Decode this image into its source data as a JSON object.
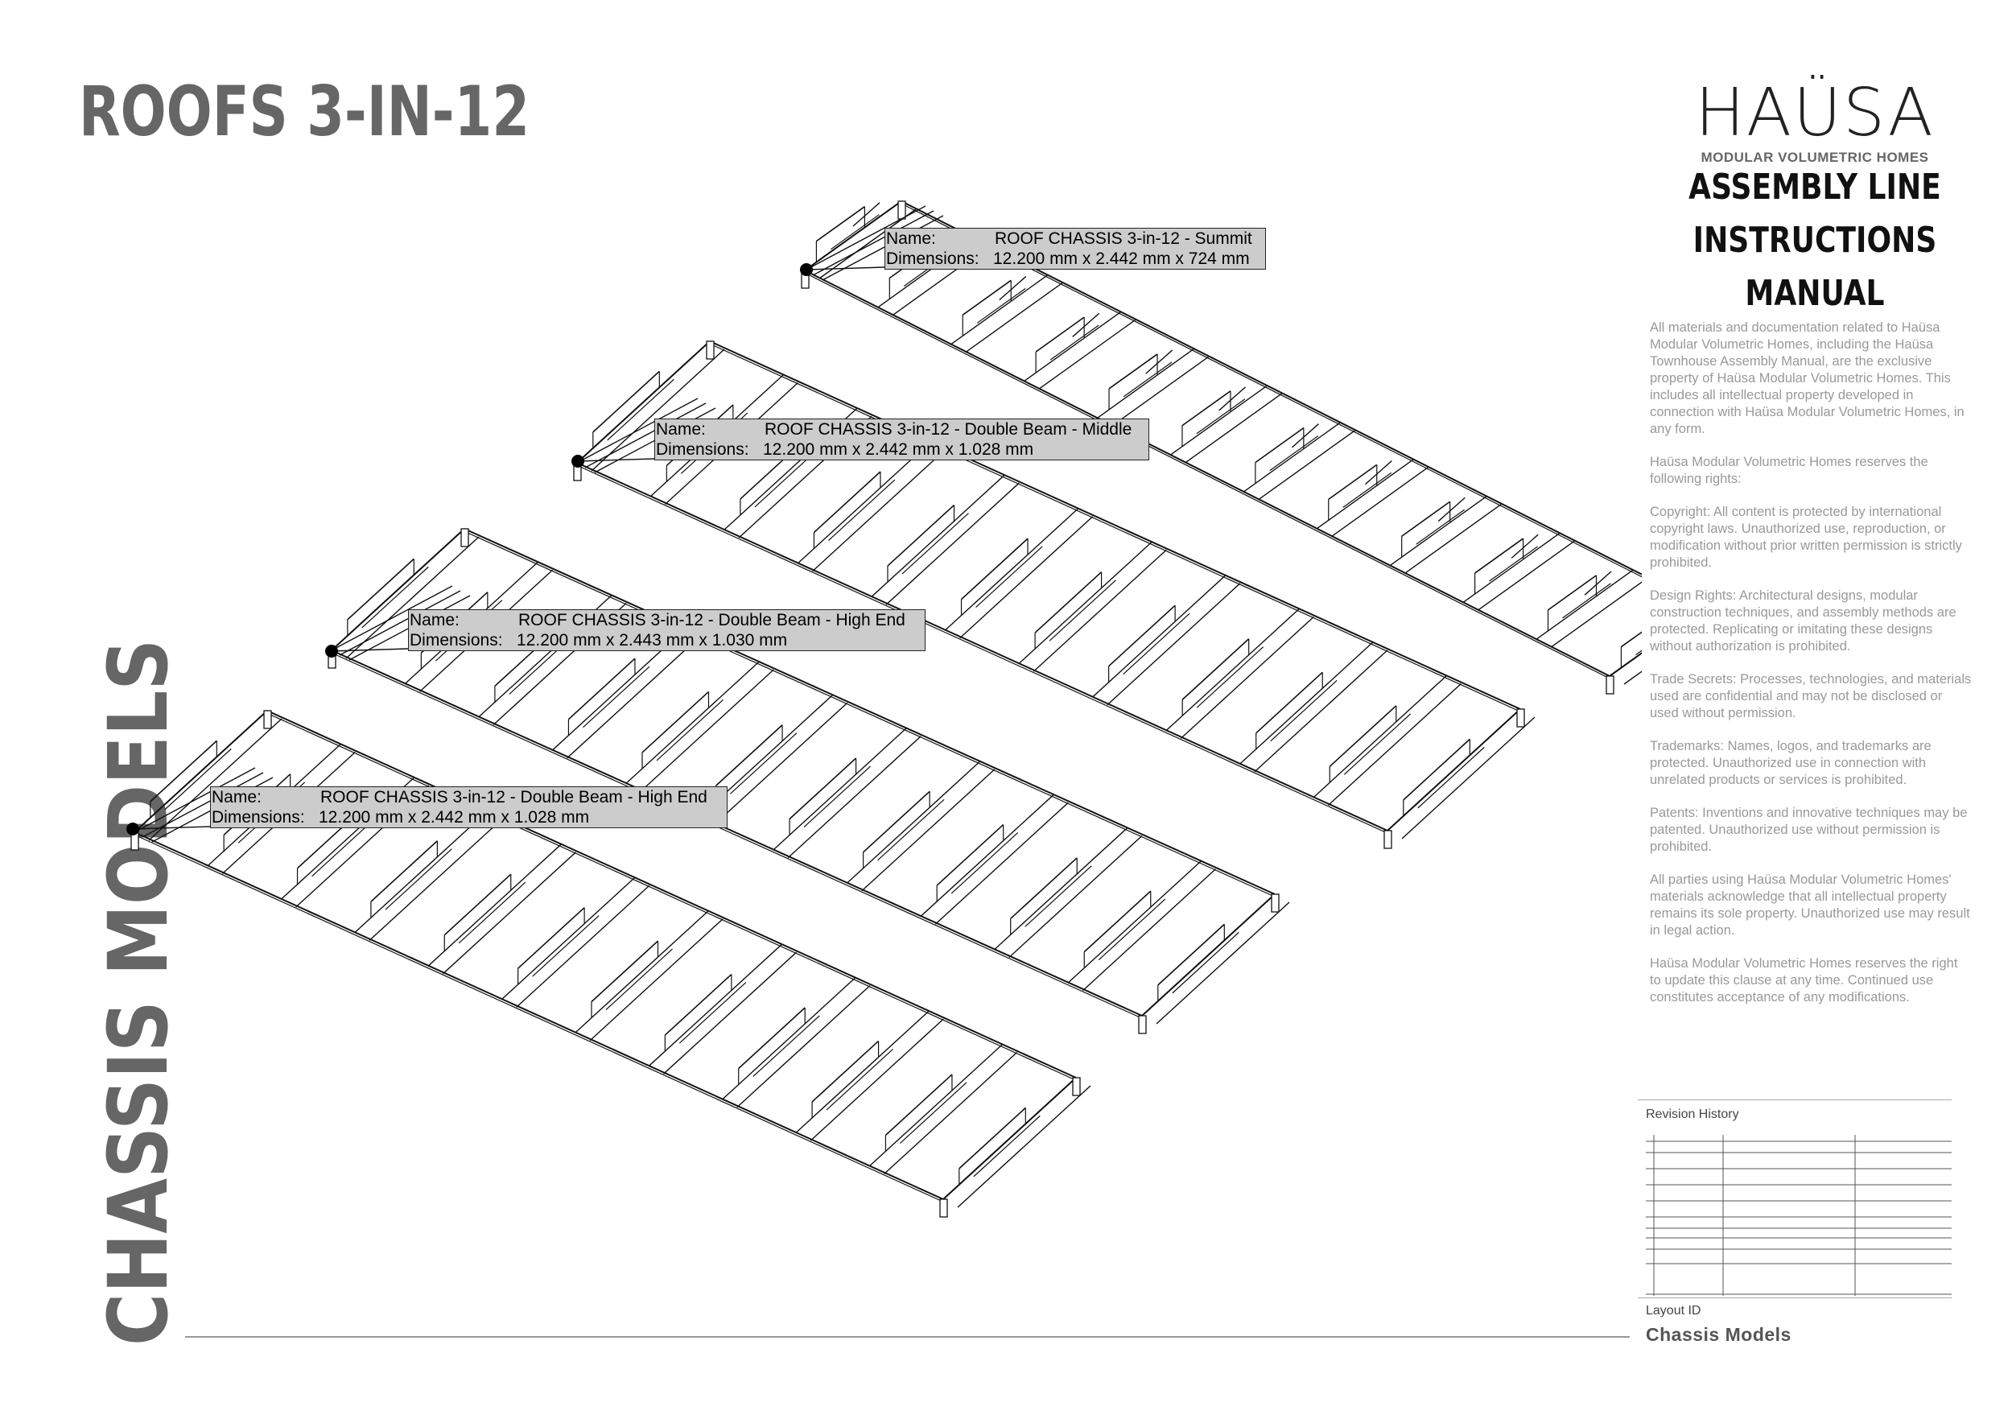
{
  "header": {
    "title": "ROOFS 3-IN-12"
  },
  "side": {
    "title": "CHASSIS MODELS"
  },
  "brand": {
    "logo": "HAÜSA",
    "tagline": "MODULAR VOLUMETRIC HOMES"
  },
  "manual": {
    "line1": "ASSEMBLY LINE",
    "line2": "INSTRUCTIONS",
    "line3": "MANUAL"
  },
  "legal": [
    "All materials and documentation related to Haüsa Modular Volumetric Homes, including the Haüsa Townhouse Assembly Manual, are the exclusive property of Haüsa Modular Volumetric Homes. This includes all intellectual property developed in connection with Haüsa Modular Volumetric Homes, in any form.",
    "Haüsa Modular Volumetric Homes reserves the following rights:",
    "Copyright: All content is protected by international copyright laws. Unauthorized use, reproduction, or modification without prior written permission is strictly prohibited.",
    "Design Rights: Architectural designs, modular construction techniques, and assembly methods are protected. Replicating or imitating these designs without authorization is prohibited.",
    "Trade Secrets: Processes, technologies, and materials used are confidential and may not be disclosed or used without permission.",
    "Trademarks: Names, logos, and trademarks are protected. Unauthorized use in connection with unrelated products or services is prohibited.",
    "Patents: Inventions and innovative techniques may be patented. Unauthorized use without permission is prohibited.",
    "All parties using Haüsa Modular Volumetric Homes' materials acknowledge that all intellectual property remains its sole property. Unauthorized use may result in legal action.",
    "Haüsa Modular Volumetric Homes reserves the right to update this clause at any time. Continued use constitutes acceptance of any modifications."
  ],
  "revision": {
    "label": "Revision History"
  },
  "layout": {
    "label": "Layout ID",
    "value": "Chassis Models"
  },
  "callouts": [
    {
      "name_label": "Name:",
      "name": "ROOF CHASSIS 3-in-12 - Summit",
      "dim_label": "Dimensions:",
      "dimensions": "12.200 mm x 2.442 mm x 724 mm"
    },
    {
      "name_label": "Name:",
      "name": "ROOF CHASSIS 3-in-12 - Double Beam - Middle",
      "dim_label": "Dimensions:",
      "dimensions": "12.200 mm x 2.442 mm x 1.028 mm"
    },
    {
      "name_label": "Name:",
      "name": "ROOF CHASSIS 3-in-12 - Double Beam - High End",
      "dim_label": "Dimensions:",
      "dimensions": "12.200 mm x 2.443 mm x 1.030 mm"
    },
    {
      "name_label": "Name:",
      "name": "ROOF CHASSIS 3-in-12 - Double Beam - High End",
      "dim_label": "Dimensions:",
      "dimensions": "12.200 mm x 2.442 mm x 1.028 mm"
    }
  ]
}
